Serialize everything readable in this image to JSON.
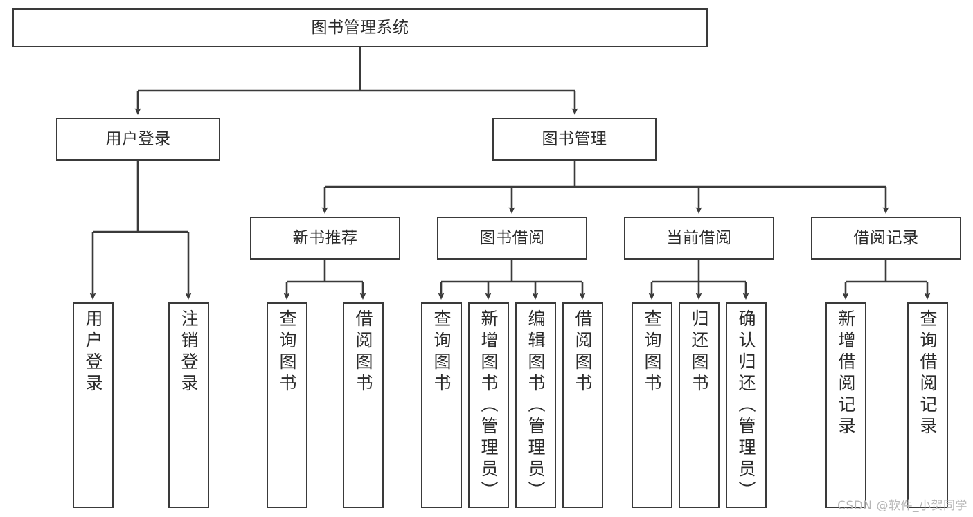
{
  "diagram": {
    "title": "图书管理系统",
    "type": "hierarchy-tree",
    "watermark": "CSDN @软件_小贺同学",
    "colors": {
      "border": "#3a3a3a",
      "background": "#ffffff",
      "text": "#2b2b2b",
      "watermark": "#b6b6b6"
    },
    "nodes": {
      "root": {
        "label": "图书管理系统"
      },
      "level2": [
        {
          "label": "用户登录"
        },
        {
          "label": "图书管理"
        }
      ],
      "level3": [
        {
          "label": "新书推荐"
        },
        {
          "label": "图书借阅"
        },
        {
          "label": "当前借阅"
        },
        {
          "label": "借阅记录"
        }
      ],
      "leaves": {
        "user_login": [
          {
            "label": "用户登录"
          },
          {
            "label": "注销登录"
          }
        ],
        "new_book": [
          {
            "label": "查询图书"
          },
          {
            "label": "借阅图书"
          }
        ],
        "book_borrow": [
          {
            "label": "查询图书"
          },
          {
            "label": "新增图书（管理员）"
          },
          {
            "label": "编辑图书（管理员）"
          },
          {
            "label": "借阅图书"
          }
        ],
        "current_borrow": [
          {
            "label": "查询图书"
          },
          {
            "label": "归还图书"
          },
          {
            "label": "确认归还（管理员）"
          }
        ],
        "borrow_record": [
          {
            "label": "新增借阅记录"
          },
          {
            "label": "查询借阅记录"
          }
        ]
      }
    }
  }
}
